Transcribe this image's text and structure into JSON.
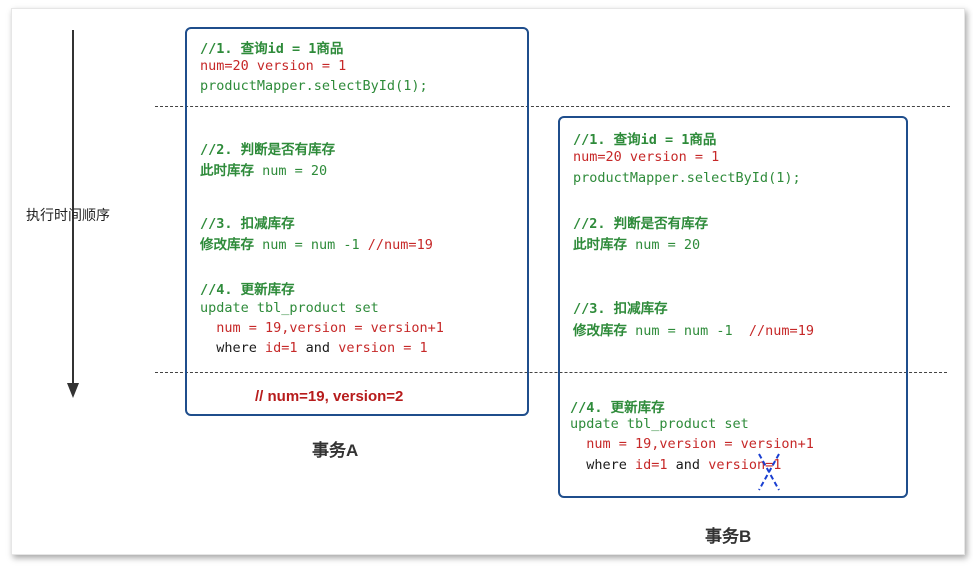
{
  "time_axis_label": "执行时间顺序",
  "txA": {
    "title": "事务A",
    "result_note": "// num=19, version=2",
    "step1": {
      "comment": "//1. 查询id = 1商品",
      "line1": "num=20 version = 1",
      "line2": "productMapper.selectById(1);"
    },
    "step2": {
      "comment": "//2. 判断是否有库存",
      "prefix": "此时库存",
      "code": " num = 20"
    },
    "step3": {
      "comment": "//3. 扣减库存",
      "prefix": "修改库存",
      "code": " num = num -1 ",
      "note": "//num=19"
    },
    "step4": {
      "comment": "//4. 更新库存",
      "line1": "update tbl_product set",
      "line2": "  num = 19,version = version+1",
      "where_kw": "  where ",
      "where_id": "id=1",
      "and_kw": " and ",
      "where_version": "version = 1"
    }
  },
  "txB": {
    "title": "事务B",
    "step1": {
      "comment": "//1. 查询id = 1商品",
      "line1": "num=20 version = 1",
      "line2": "productMapper.selectById(1);"
    },
    "step2": {
      "comment": "//2. 判断是否有库存",
      "prefix": "此时库存",
      "code": " num = 20"
    },
    "step3": {
      "comment": "//3. 扣减库存",
      "prefix": "修改库存",
      "code": " num = num -1  ",
      "note": "//num=19"
    },
    "step4": {
      "comment": "//4. 更新库存",
      "line1": "update tbl_product set",
      "line2": "  num = 19,version = version+1",
      "where_kw": "  where ",
      "where_id": "id=1",
      "and_kw": " and ",
      "where_version": "version=1"
    }
  },
  "colors": {
    "comment": "#2e8b3a",
    "value": "#c62828",
    "box": "#1f4e8c",
    "cross": "#1a3fd1"
  }
}
